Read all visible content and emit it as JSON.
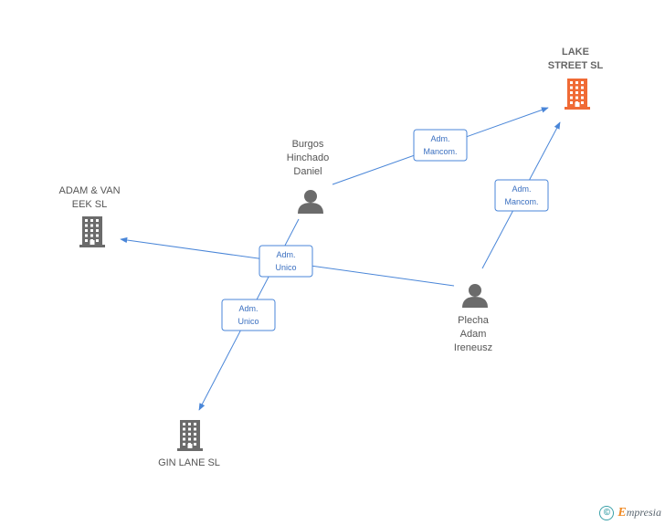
{
  "colors": {
    "edge": "#4a86d8",
    "building_main": "#f06a35",
    "building": "#6b6b6b",
    "person": "#6b6b6b"
  },
  "nodes": [
    {
      "id": "lake",
      "kind": "company",
      "main": true,
      "icon": "building-icon",
      "label": [
        "LAKE",
        "STREET SL"
      ]
    },
    {
      "id": "adam",
      "kind": "company",
      "main": false,
      "icon": "building-icon",
      "label": [
        "ADAM & VAN",
        "EEK SL"
      ]
    },
    {
      "id": "gin",
      "kind": "company",
      "main": false,
      "icon": "building-icon",
      "label": [
        "GIN LANE SL"
      ]
    },
    {
      "id": "burgos",
      "kind": "person",
      "icon": "person-icon",
      "label": [
        "Burgos",
        "Hinchado",
        "Daniel"
      ]
    },
    {
      "id": "plecha",
      "kind": "person",
      "icon": "person-icon",
      "label": [
        "Plecha",
        "Adam",
        "Ireneusz"
      ]
    }
  ],
  "edges": [
    {
      "id": "e1",
      "from": "burgos",
      "to": "lake",
      "label": [
        "Adm.",
        "Mancom."
      ]
    },
    {
      "id": "e2",
      "from": "plecha",
      "to": "lake",
      "label": [
        "Adm.",
        "Mancom."
      ]
    },
    {
      "id": "e3",
      "from": "plecha",
      "to": "adam",
      "label": [
        "Adm.",
        "Unico"
      ]
    },
    {
      "id": "e4",
      "from": "burgos",
      "to": "gin",
      "label": [
        "Adm.",
        "Unico"
      ]
    }
  ],
  "footer": {
    "copyright_symbol": "©",
    "brand_initial": "E",
    "brand_rest": "mpresia"
  }
}
